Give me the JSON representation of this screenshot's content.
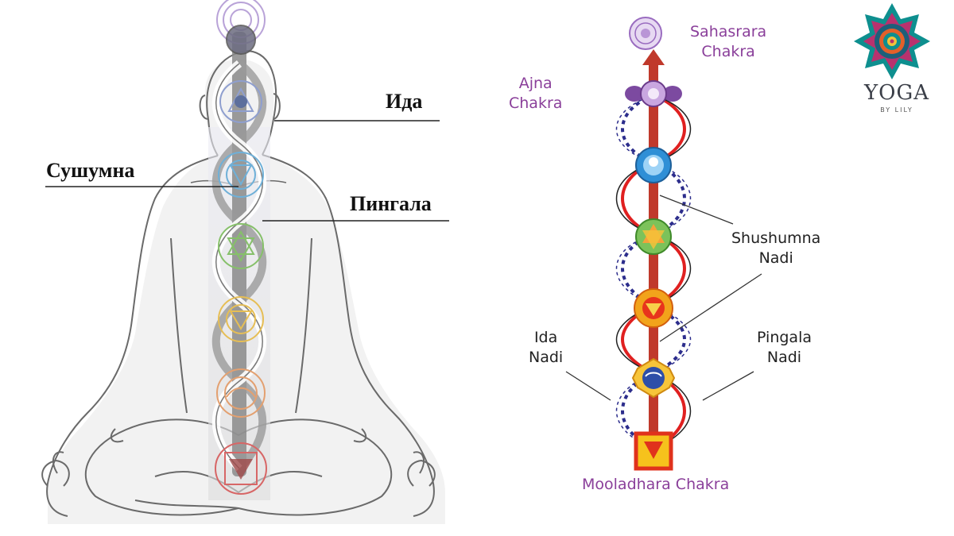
{
  "left_figure": {
    "labels": {
      "ida": "Ида",
      "sushumna": "Сушумна",
      "pingala": "Пингала"
    }
  },
  "right_figure": {
    "labels": {
      "sahasrara": [
        "Sahasrara",
        "Chakra"
      ],
      "ajna": [
        "Ajna",
        "Chakra"
      ],
      "shushumna": [
        "Shushumna",
        "Nadi"
      ],
      "ida": [
        "Ida",
        "Nadi"
      ],
      "pingala": [
        "Pingala",
        "Nadi"
      ],
      "mooladhara": "Mooladhara Chakra"
    }
  },
  "brand": {
    "name": "YOGA",
    "sub": "BY LILY"
  },
  "colors": {
    "label_purple": "#8a3f9a",
    "sushumna_red": "#c0392b",
    "pingala_red": "#e02020",
    "ida_blue": "#2c2d8c",
    "brand_teal": "#0e8f8f",
    "brand_magenta": "#b8326e"
  },
  "chakra_colors_left": [
    "#b9a3d8",
    "#8f9fcf",
    "#6fb0d8",
    "#86c06a",
    "#e6be55",
    "#e3a070",
    "#d76666"
  ]
}
